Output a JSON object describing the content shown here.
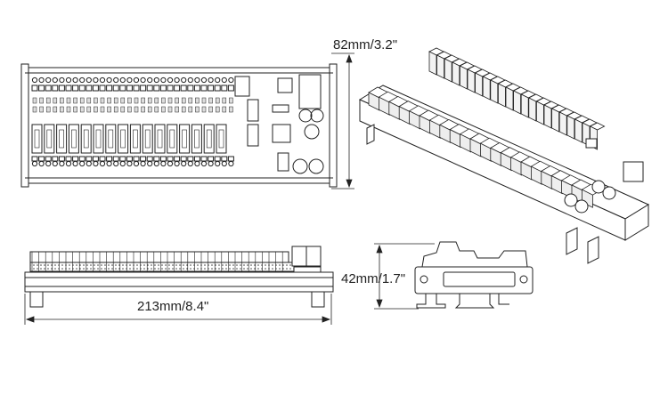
{
  "dimensions": {
    "height": "82mm/3.2\"",
    "length": "213mm/8.4\"",
    "depth": "42mm/1.7\""
  },
  "views": [
    "top-view",
    "isometric-view",
    "front-view",
    "side-view"
  ],
  "colors": {
    "line": "#222222",
    "fill": "#ffffff",
    "shade": "#d9d9d9"
  }
}
